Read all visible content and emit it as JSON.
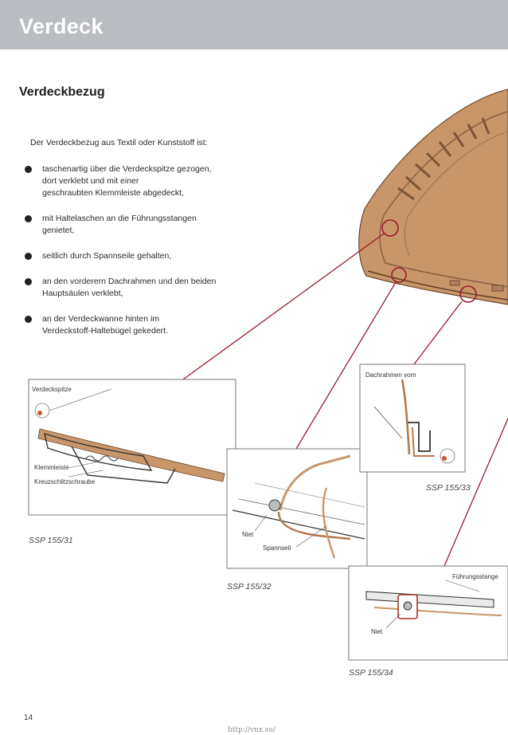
{
  "header": {
    "title": "Verdeck"
  },
  "section": {
    "title": "Verdeckbezug"
  },
  "intro": "Der Verdeckbezug aus Textil oder Kunststoff ist:",
  "bullets": [
    "taschenartig über die Verdeckspitze gezogen,\ndort verklebt und mit einer\ngeschraubten Klemmleiste abgedeckt,",
    "mit Haltelaschen an die Führungsstangen\ngenietet,",
    "seitlich durch Spannseile gehalten,",
    "an den vorderern Dachrahmen und den beiden\nHauptsäulen verklebt,",
    "an der Verdeckwanne hinten im\nVerdeckstoff-Haltebügel gekedert."
  ],
  "figures": {
    "fig31": {
      "label_top": "Verdeckspitze",
      "label_a": "Klemmleiste",
      "label_b": "Kreuzschlitzschraube",
      "caption": "SSP 155/31"
    },
    "fig32": {
      "label_a": "Niet",
      "label_b": "Spannseil",
      "caption": "SSP 155/32"
    },
    "fig33": {
      "label_top": "Dachrahmen vorn",
      "caption": "SSP 155/33"
    },
    "fig34": {
      "label_top": "Führungsstange",
      "label_a": "Niet",
      "caption": "SSP 155/34"
    }
  },
  "page_number": "14",
  "footer_url": "http://vnx.su/",
  "colors": {
    "accent_red": "#9b1a2e",
    "header_bg": "#b9bcc0",
    "fabric": "#c9966a"
  }
}
